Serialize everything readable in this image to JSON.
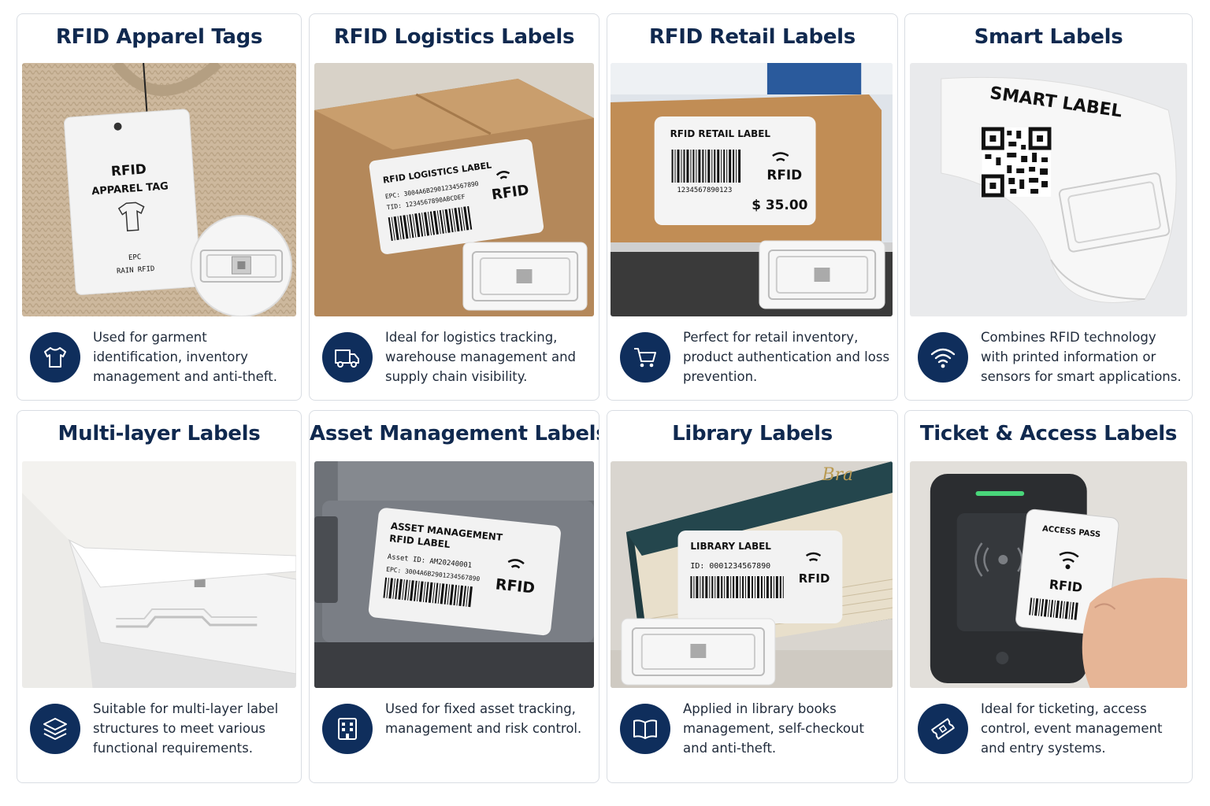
{
  "cards": [
    {
      "title": "RFID Apparel Tags",
      "description": "Used for garment identification, inventory management and anti-theft.",
      "icon": "tshirt-icon",
      "photo_text": {
        "line1": "RFID",
        "line2": "APPAREL TAG",
        "line3": "EPC",
        "line4": "RAIN RFID"
      }
    },
    {
      "title": "RFID Logistics Labels",
      "description": "Ideal for logistics tracking, warehouse management and supply chain visibility.",
      "icon": "truck-icon",
      "photo_text": {
        "header": "RFID LOGISTICS LABEL",
        "epc": "EPC: 3004A6B2901234567890",
        "tid": "TID: 1234567890ABCDEF",
        "rfid": "RFID"
      }
    },
    {
      "title": "RFID Retail Labels",
      "description": "Perfect for retail inventory, product authentication and loss prevention.",
      "icon": "shopping-cart-icon",
      "photo_text": {
        "header": "RFID RETAIL LABEL",
        "barcode_number": "1234567890123",
        "rfid": "RFID",
        "price": "$ 35.00"
      }
    },
    {
      "title": "Smart Labels",
      "description": "Combines RFID technology with printed information or sensors for smart applications.",
      "icon": "wifi-icon",
      "photo_text": {
        "header": "SMART LABEL"
      }
    },
    {
      "title": "Multi-layer Labels",
      "description": "Suitable for multi-layer label structures to meet various functional requirements.",
      "icon": "layers-icon",
      "photo_text": {}
    },
    {
      "title": "Asset Management Labels",
      "description": "Used for fixed asset tracking, management and risk control.",
      "icon": "building-icon",
      "photo_text": {
        "header1": "ASSET MANAGEMENT",
        "header2": "RFID LABEL",
        "asset_id": "Asset ID: AM20240001",
        "epc": "EPC: 3004A6B2901234567890",
        "rfid": "RFID"
      }
    },
    {
      "title": "Library Labels",
      "description": "Applied in library books management, self-checkout and anti-theft.",
      "icon": "book-icon",
      "photo_text": {
        "header": "LIBRARY LABEL",
        "id": "ID: 0001234567890",
        "rfid": "RFID",
        "book_spine": "Bra"
      }
    },
    {
      "title": "Ticket & Access Labels",
      "description": "Ideal for ticketing, access control, event management and entry systems.",
      "icon": "ticket-icon",
      "photo_text": {
        "header": "ACCESS PASS",
        "rfid": "RFID"
      }
    }
  ],
  "colors": {
    "accent": "#0f2e5c",
    "title": "#10294f",
    "text": "#1f2a3a",
    "border": "#d9dde3"
  }
}
